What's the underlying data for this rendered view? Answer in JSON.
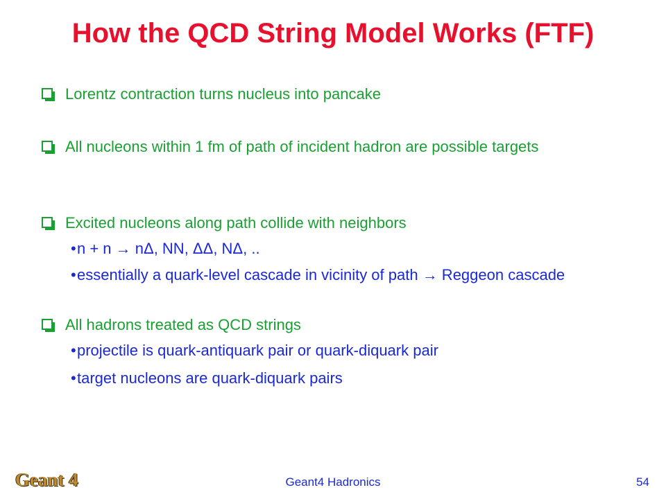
{
  "slide": {
    "title": "How the QCD String Model Works (FTF)",
    "bullets": [
      {
        "text": "Lorentz contraction turns nucleus into pancake"
      },
      {
        "text": "All nucleons within 1 fm of path of incident hadron are possible targets"
      },
      {
        "text": "Excited nucleons along path collide with neighbors"
      },
      {
        "text": "All hadrons treated as QCD strings"
      }
    ],
    "sub_bullets": [
      {
        "text": "n + n → nΔ,  NN, ΔΔ, NΔ, .."
      },
      {
        "text": "essentially a quark-level cascade in vicinity of path → Reggeon cascade"
      },
      {
        "text": "projectile is quark-antiquark pair or quark-diquark pair"
      },
      {
        "text": "target nucleons are quark-diquark pairs"
      }
    ],
    "logo_text": "Geant 4",
    "footer_text": "Geant4 Hadronics",
    "page_number": "54"
  },
  "colors": {
    "title": "#e8112d",
    "bullet_text": "#1aa032",
    "sub_bullet_text": "#1a28d6",
    "footer_text": "#1a28d6",
    "logo": "#c1892d"
  },
  "icons": {
    "bullet_marker": "checkbox-square-icon",
    "sub_bullet_marker": "dot-bullet"
  }
}
